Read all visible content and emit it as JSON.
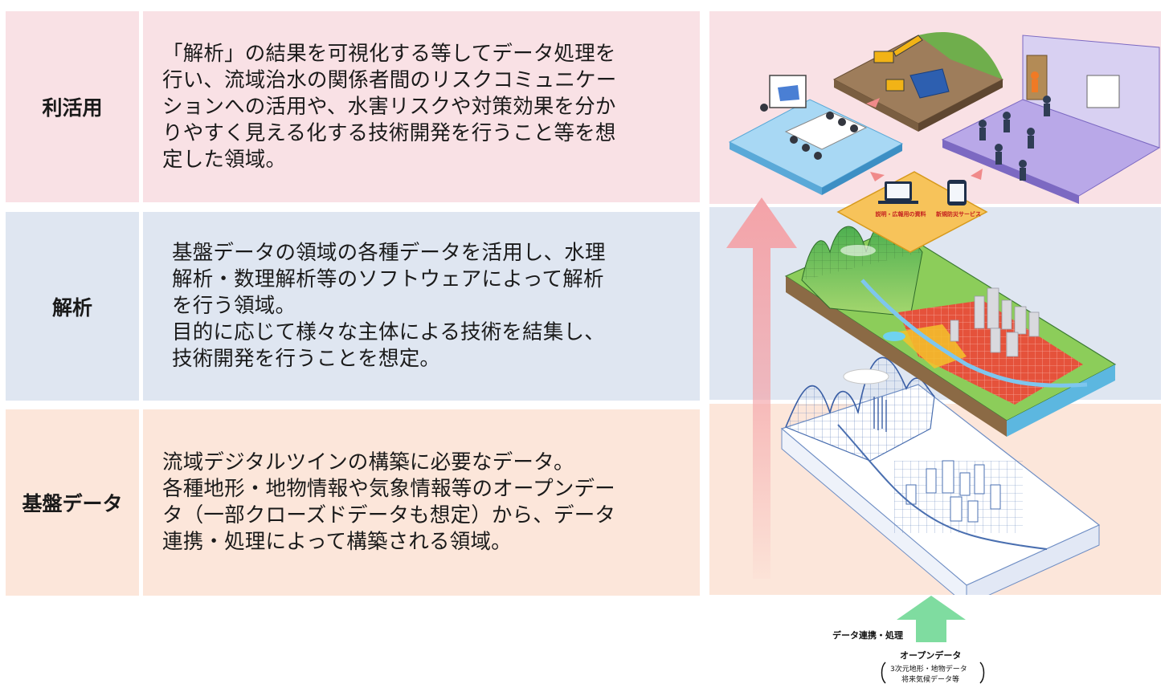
{
  "rows": [
    {
      "label": "利活用",
      "description": "「解析」の結果を可視化する等してデータ処理を\n行い、流域治水の関係者間のリスクコミュニケー\nションへの活用や、水害リスクや対策効果を分か\nりやすく見える化する技術開発を行うこと等を想\n定した領域。"
    },
    {
      "label": "解析",
      "description": "基盤データの領域の各種データを活用し、水理\n解析・数理解析等のソフトウェアによって解析\nを行う領域。\n目的に応じて様々な主体による技術を結集し、\n技術開発を行うことを想定。"
    },
    {
      "label": "基盤データ",
      "description": "流域デジタルツインの構築に必要なデータ。\n各種地形・地物情報や気象情報等のオープンデー\nタ（一部クローズドデータも想定）から、データ\n連携・処理によって構築される領域。"
    }
  ],
  "illustration": {
    "device_labels": [
      "説明・広報用の資料",
      "新規防災サービス"
    ],
    "input_arrow_label": "データ連携・処理",
    "open_data_title": "オープンデータ",
    "open_data_items": [
      "3次元地形・地物データ",
      "将来気候データ等"
    ]
  },
  "colors": {
    "row1_bg": "#f9e1e5",
    "row2_bg": "#dfe6f1",
    "row3_bg": "#fce6da",
    "up_arrow": "#f4a3a8",
    "input_arrow": "#7fdca0"
  }
}
